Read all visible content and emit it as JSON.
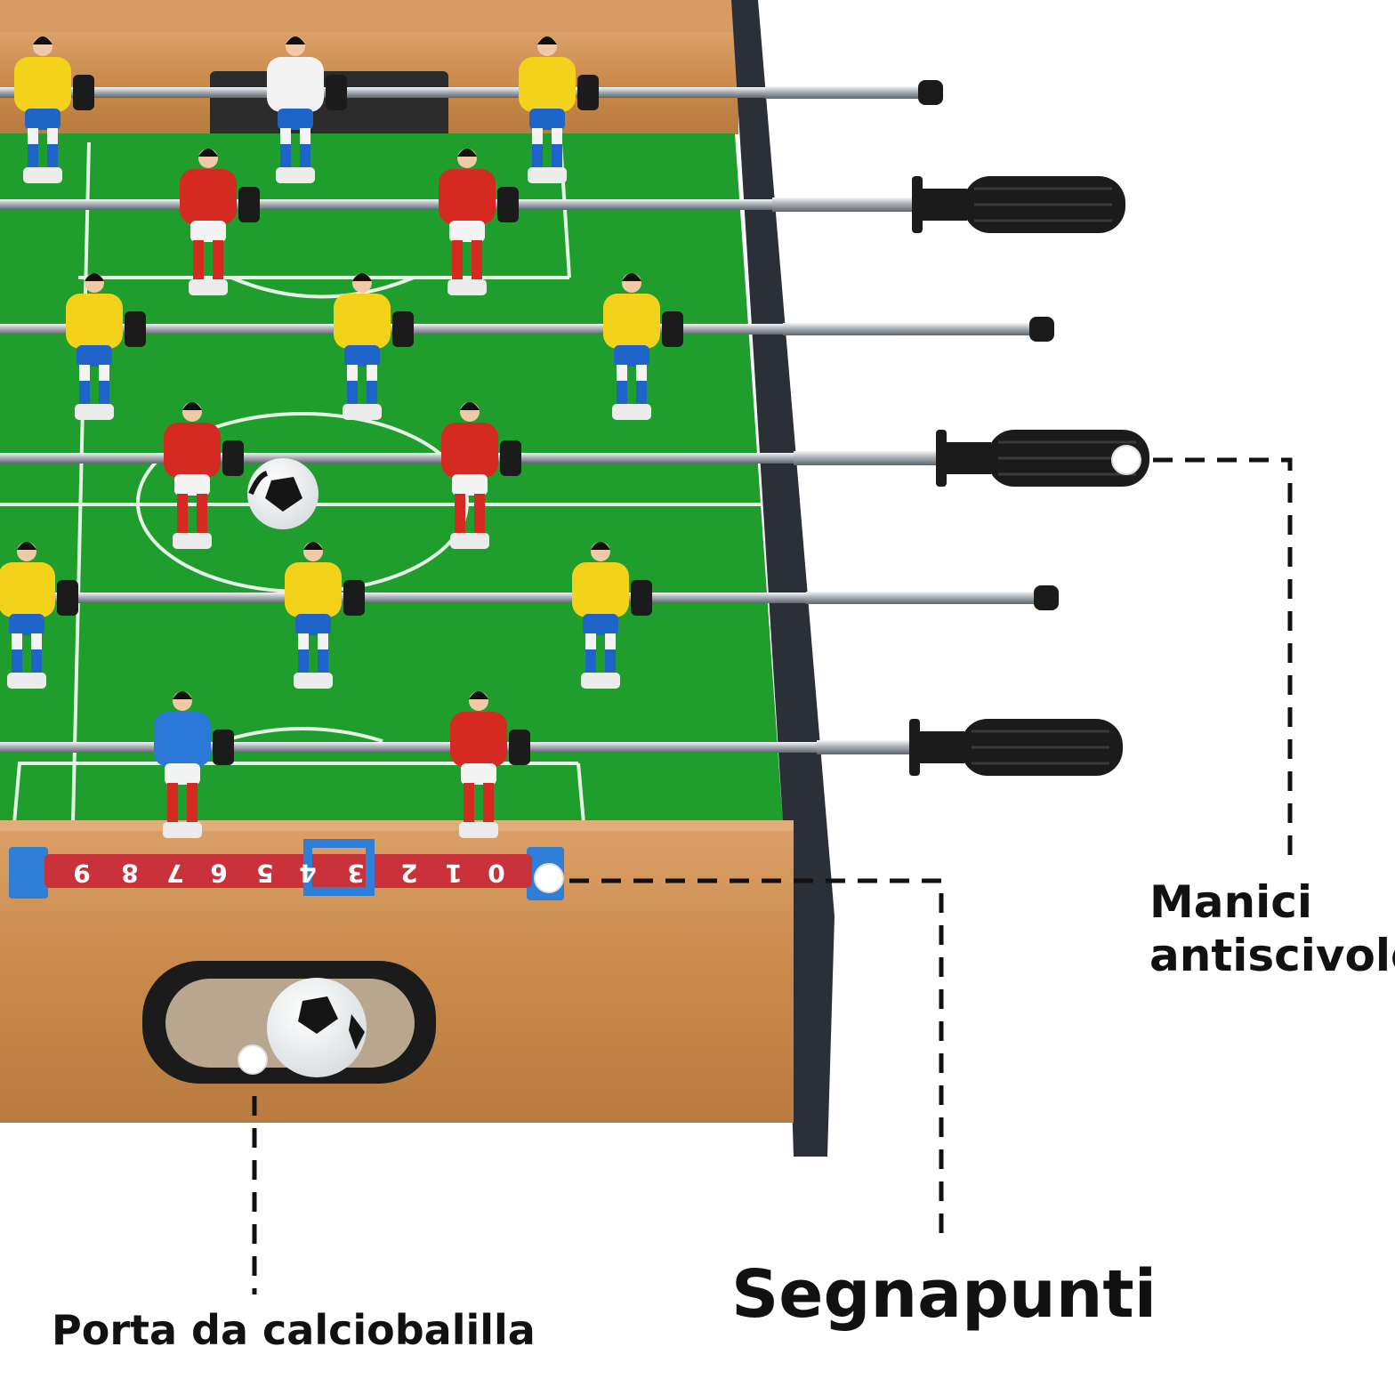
{
  "callouts": {
    "goal": "Porta da calciobalilla",
    "scoreboard": "Segnapunti",
    "handles_line1": "Manici",
    "handles_line2": "antiscivolo"
  },
  "scoreboard_digits": [
    "9",
    "8",
    "7",
    "6",
    "5",
    "4",
    "3",
    "2",
    "1",
    "0"
  ],
  "colors": {
    "pitch": "#1f9e2e",
    "wood": "#c98a4a",
    "frame": "#2b3038",
    "team_yellow": "#f2d21b",
    "team_red": "#d42a22",
    "shorts_blue": "#1f64c8",
    "handle": "#1b1b1b"
  }
}
